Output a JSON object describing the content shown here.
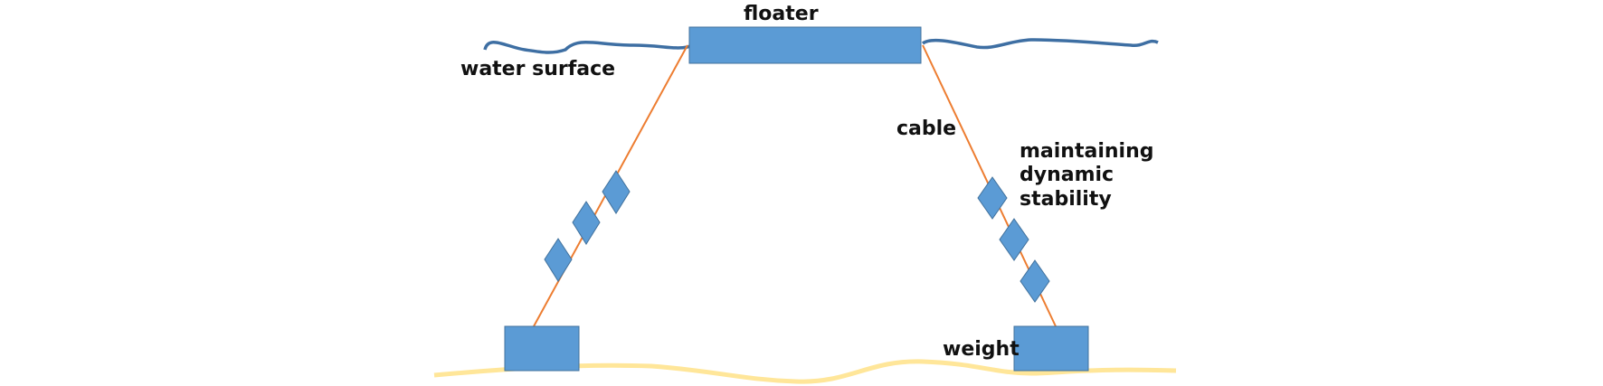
{
  "labels": {
    "floater": "floater",
    "water_surface": "water surface",
    "cable": "cable",
    "stability_line1": "maintaining",
    "stability_line2": "dynamic",
    "stability_line3": "stability",
    "weight": "weight"
  },
  "colors": {
    "box": "#5b9bd5",
    "box_stroke": "#41719c",
    "water": "#3e6fa3",
    "cable": "#ed7d31",
    "seabed": "#ffe699"
  }
}
